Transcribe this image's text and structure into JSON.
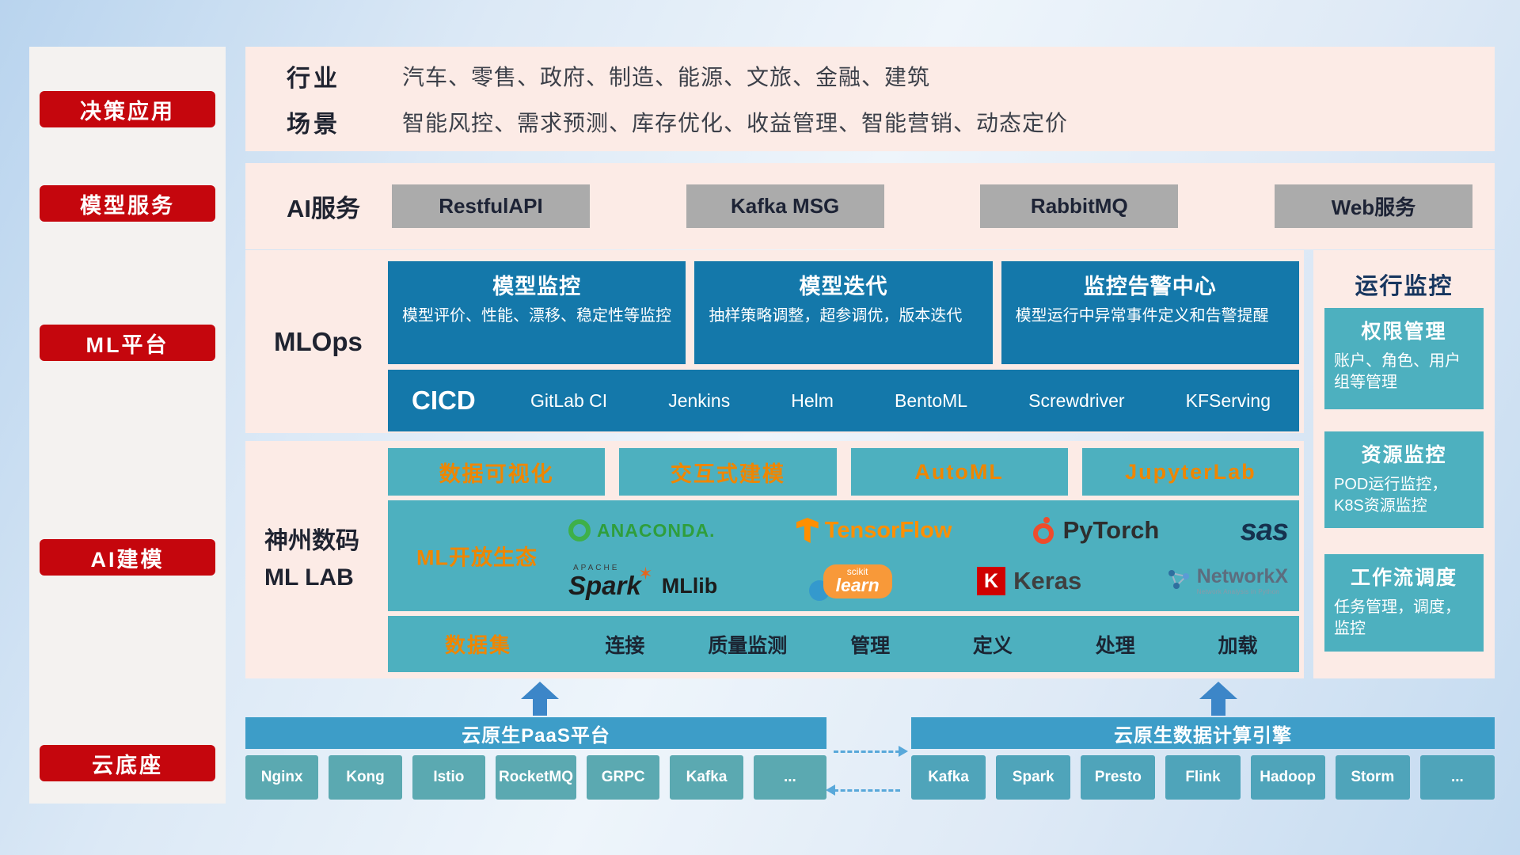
{
  "colors": {
    "accent_red": "#c5060d",
    "panel_pink": "#fcebe6",
    "card_blue": "#1478aa",
    "card_teal": "#4db0bf",
    "accent_orange": "#ef8600",
    "button_gray": "#ababab",
    "bar_blue": "#3d9dc8"
  },
  "sidebar": {
    "items": [
      {
        "label": "决策应用"
      },
      {
        "label": "模型服务"
      },
      {
        "label": "ML平台"
      },
      {
        "label": "AI建模"
      },
      {
        "label": "云底座"
      }
    ]
  },
  "industry": {
    "row1_label": "行业",
    "row1_value": "汽车、零售、政府、制造、能源、文旅、金融、建筑",
    "row2_label": "场景",
    "row2_value": "智能风控、需求预测、库存优化、收益管理、智能营销、动态定价"
  },
  "ai_service": {
    "label": "AI服务",
    "buttons": [
      "RestfulAPI",
      "Kafka MSG",
      "RabbitMQ",
      "Web服务"
    ]
  },
  "mlops": {
    "label": "MLOps",
    "cards": [
      {
        "title": "模型监控",
        "desc": "模型评价、性能、漂移、稳定性等监控"
      },
      {
        "title": "模型迭代",
        "desc": "抽样策略调整，超参调优，版本迭代"
      },
      {
        "title": "监控告警中心",
        "desc": "模型运行中异常事件定义和告警提醒"
      }
    ],
    "cicd": {
      "label": "CICD",
      "items": [
        "GitLab CI",
        "Jenkins",
        "Helm",
        "BentoML",
        "Screwdriver",
        "KFServing"
      ]
    }
  },
  "monitoring": {
    "title": "运行监控",
    "cards": [
      {
        "title": "权限管理",
        "desc": "账户、角色、用户组等管理"
      },
      {
        "title": "资源监控",
        "desc": "POD运行监控，K8S资源监控"
      },
      {
        "title": "工作流调度",
        "desc": "任务管理，调度，监控"
      }
    ]
  },
  "mllab": {
    "label_line1": "神州数码",
    "label_line2": "ML LAB",
    "top_buttons": [
      "数据可视化",
      "交互式建模",
      "AutoML",
      "JupyterLab"
    ],
    "ecosystem_label": "ML开放生态",
    "logos": {
      "anaconda": "ANACONDA.",
      "tensorflow": "TensorFlow",
      "pytorch": "PyTorch",
      "sas": "sas",
      "apache": "APACHE",
      "spark": "Spark",
      "mllib": "MLlib",
      "scikit_line1": "scikit",
      "scikit_line2": "learn",
      "keras_letter": "K",
      "keras": "Keras",
      "networkx": "NetworkX",
      "networkx_sub": "Network Analysis in Python"
    },
    "dataset": {
      "label": "数据集",
      "items": [
        "连接",
        "质量监测",
        "管理",
        "定义",
        "处理",
        "加载"
      ]
    }
  },
  "bottom": {
    "paas": {
      "title": "云原生PaaS平台",
      "items": [
        "Nginx",
        "Kong",
        "Istio",
        "RocketMQ",
        "GRPC",
        "Kafka",
        "..."
      ]
    },
    "engine": {
      "title": "云原生数据计算引擎",
      "items": [
        "Kafka",
        "Spark",
        "Presto",
        "Flink",
        "Hadoop",
        "Storm",
        "..."
      ]
    }
  }
}
